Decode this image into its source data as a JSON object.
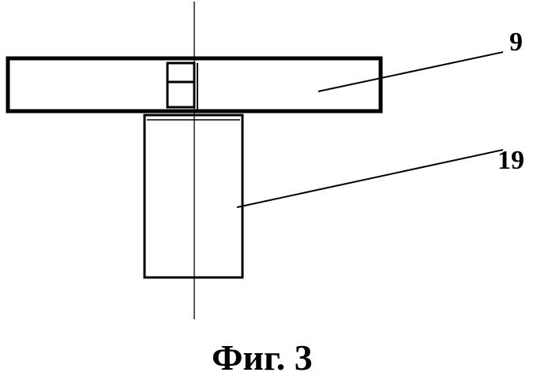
{
  "figure": {
    "caption": "Фиг. 3",
    "parts": [
      {
        "ref": "9"
      },
      {
        "ref": "19"
      }
    ],
    "colors": {
      "ink": "#000000",
      "paper": "#ffffff"
    }
  }
}
